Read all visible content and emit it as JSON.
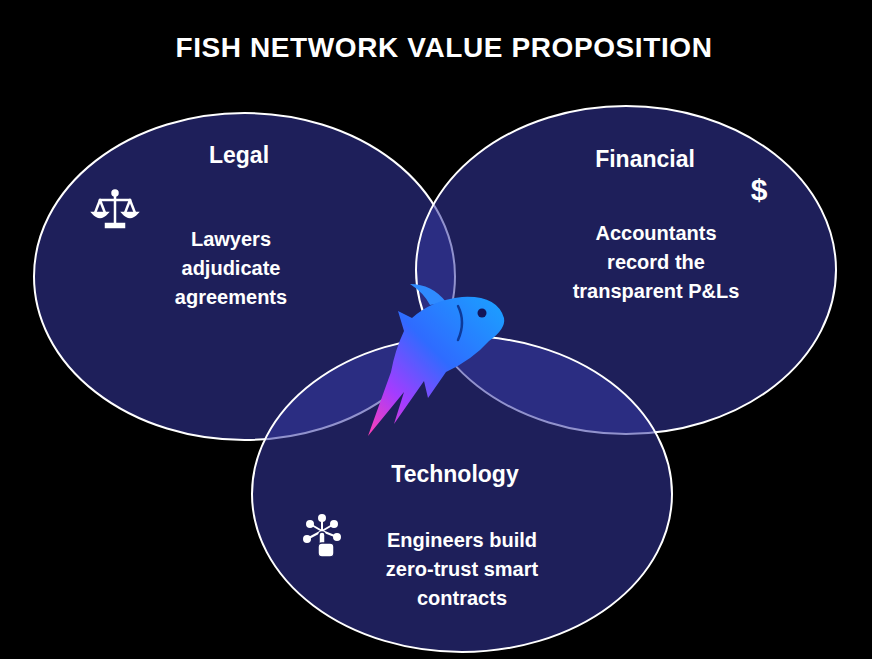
{
  "diagram": {
    "title": "FISH NETWORK VALUE PROPOSITION",
    "nodes": [
      {
        "text": [
          "Legal",
          "Lawyers adjudicate agreements"
        ]
      },
      {
        "text": [
          "Financial",
          "Accountants record the transparent P&Ls"
        ]
      },
      {
        "text": [
          "Technology",
          "Engineers build zero-trust smart contracts"
        ]
      }
    ],
    "labels": [
      "$"
    ]
  }
}
